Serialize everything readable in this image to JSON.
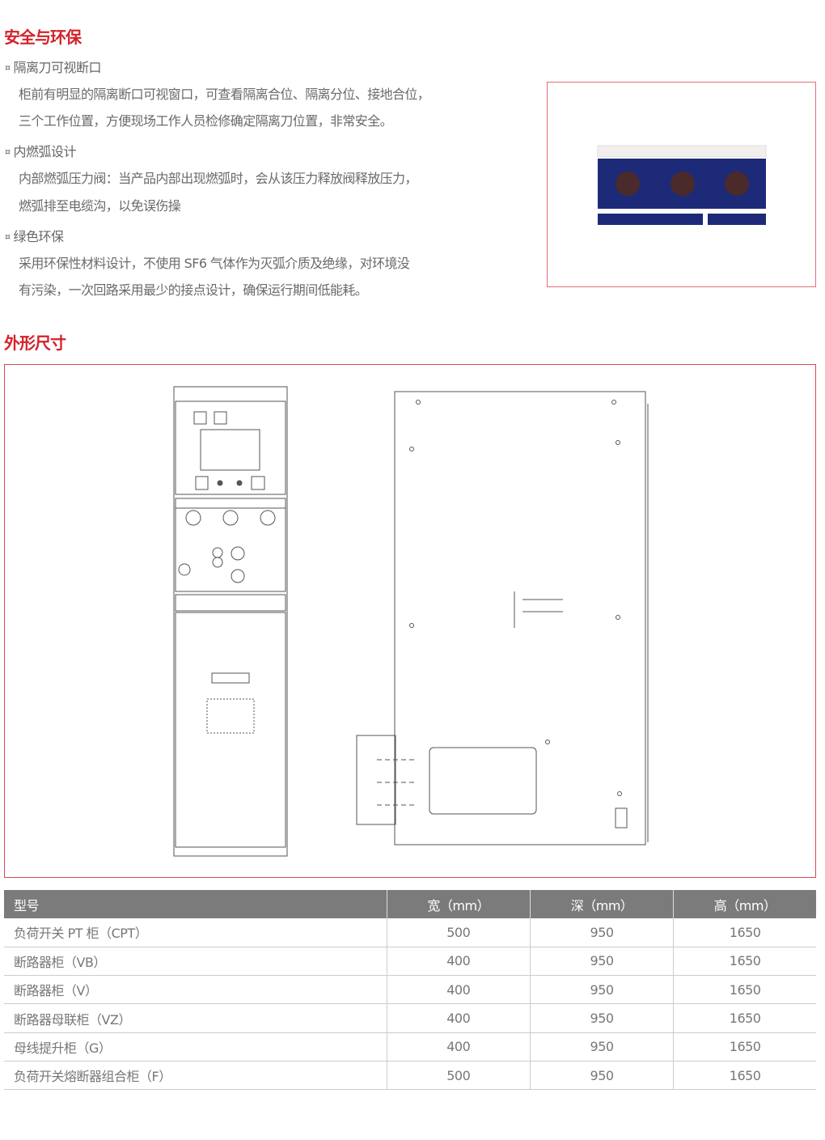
{
  "safety": {
    "title": "安全与环保",
    "items": [
      {
        "bullet": "¤",
        "heading": "隔离刀可视断口",
        "lines": [
          "柜前有明显的隔离断口可视窗口，可查看隔离合位、隔离分位、接地合位，",
          "三个工作位置，方便现场工作人员检修确定隔离刀位置，非常安全。"
        ]
      },
      {
        "bullet": "¤",
        "heading": "内燃弧设计",
        "lines": [
          "内部燃弧压力阀：当产品内部出现燃弧时，会从该压力释放阀释放压力，",
          "燃弧排至电缆沟，以免误伤操"
        ]
      },
      {
        "bullet": "¤",
        "heading": "绿色环保",
        "lines": [
          "采用环保性材料设计，不使用 SF6 气体作为灭弧介质及绝缘，对环境没",
          "有污染，一次回路采用最少的接点设计，确保运行期间低能耗。"
        ]
      }
    ]
  },
  "dimensions": {
    "title": "外形尺寸",
    "table": {
      "headers": [
        "型号",
        "宽（mm）",
        "深（mm）",
        "高（mm）"
      ],
      "rows": [
        [
          "负荷开关 PT 柜（CPT）",
          "500",
          "950",
          "1650"
        ],
        [
          "断路器柜（VB）",
          "400",
          "950",
          "1650"
        ],
        [
          "断路器柜（V）",
          "400",
          "950",
          "1650"
        ],
        [
          "断路器母联柜（VZ）",
          "400",
          "950",
          "1650"
        ],
        [
          "母线提升柜（G）",
          "400",
          "950",
          "1650"
        ],
        [
          "负荷开关熔断器组合柜（F）",
          "500",
          "950",
          "1650"
        ]
      ]
    }
  },
  "colors": {
    "accent": "#d4212a",
    "panel_blue": "#1c2a78",
    "table_header": "#7b7b7b"
  }
}
